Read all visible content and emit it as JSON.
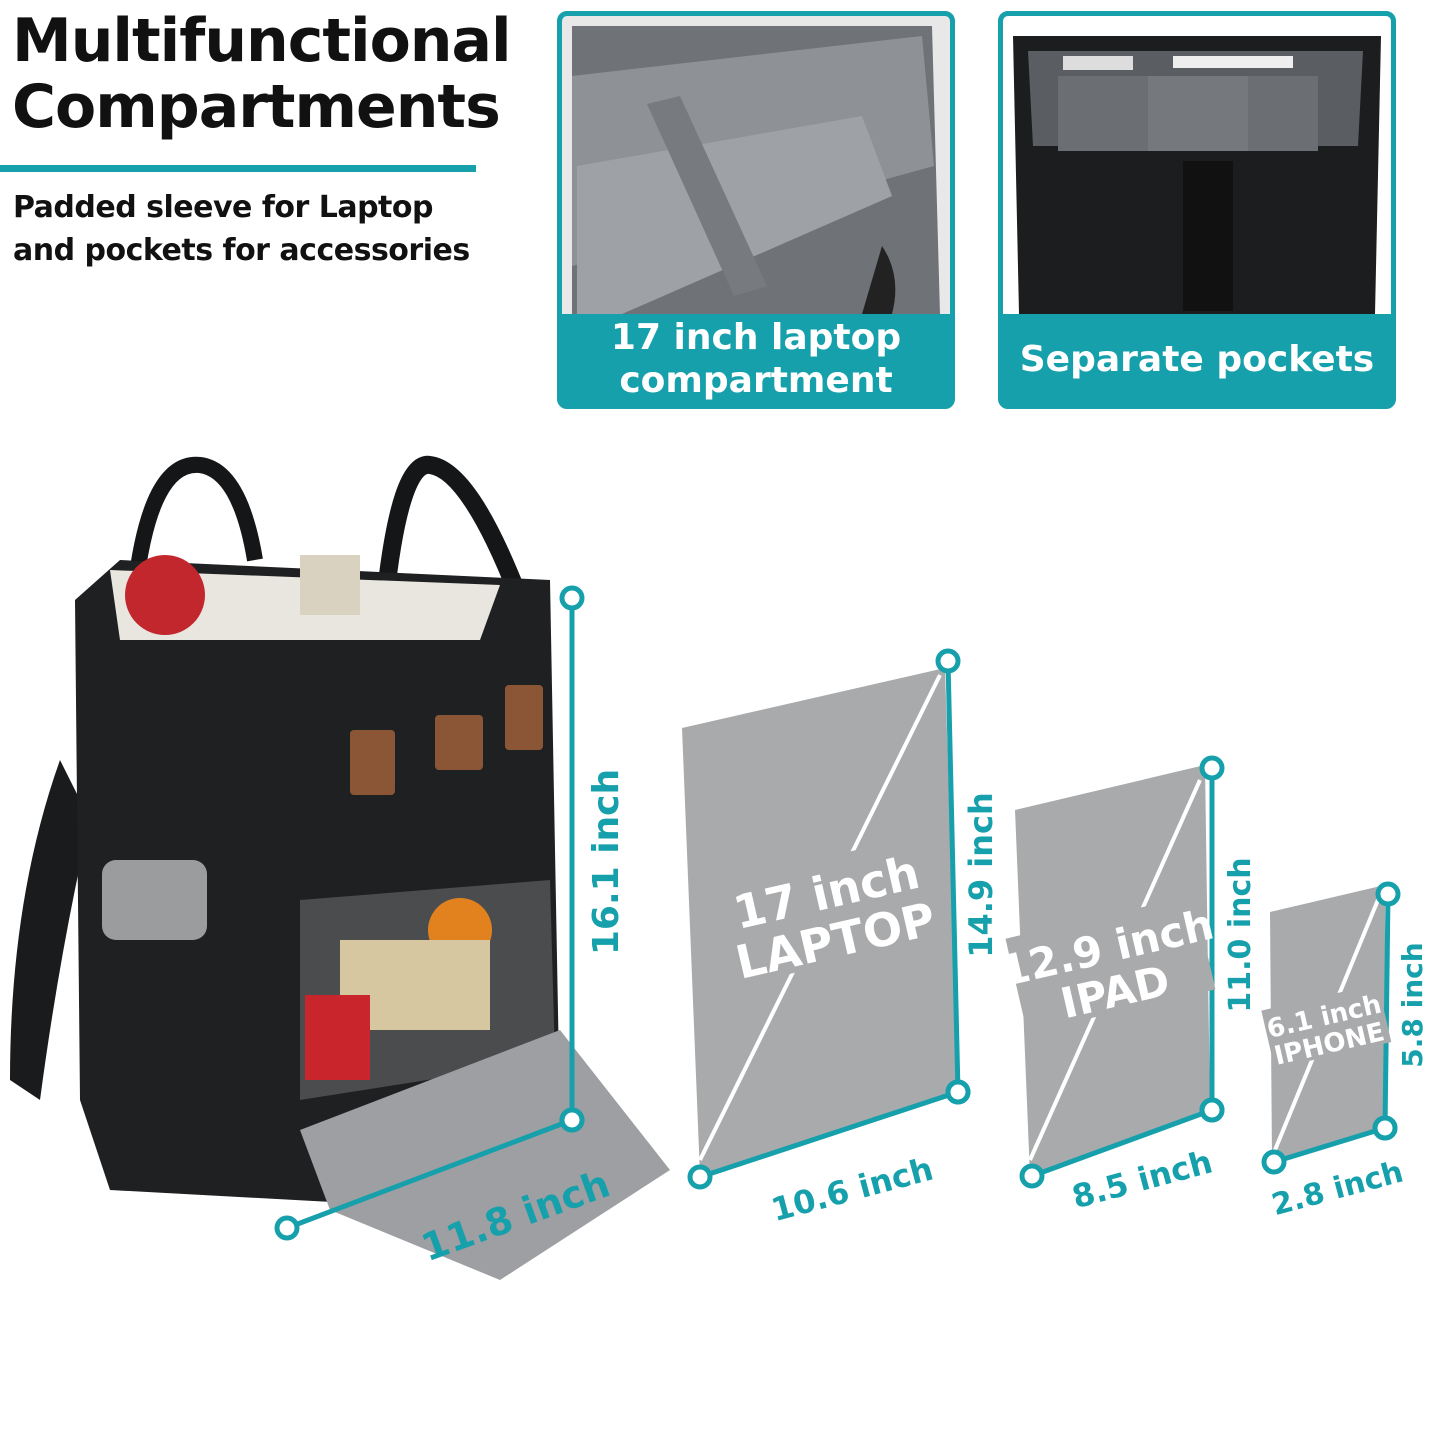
{
  "heading": {
    "line1": "Multifunctional",
    "line2": "Compartments"
  },
  "subtitle": {
    "line1": "Padded sleeve for Laptop",
    "line2": "and pockets for accessories"
  },
  "panels": [
    {
      "caption_line1": "17 inch laptop",
      "caption_line2": "compartment"
    },
    {
      "caption_line1": "Separate pockets"
    }
  ],
  "backpack": {
    "height": "16.1 inch",
    "width": "11.8 inch"
  },
  "devices": [
    {
      "name_line1": "17 inch",
      "name_line2": "LAPTOP",
      "height": "14.9 inch",
      "width": "10.6 inch"
    },
    {
      "name_line1": "12.9 inch",
      "name_line2": "IPAD",
      "height": "11.0 inch",
      "width": "8.5 inch"
    },
    {
      "name_line1": "6.1 inch",
      "name_line2": "IPHONE",
      "height": "5.8 inch",
      "width": "2.8 inch"
    }
  ],
  "colors": {
    "accent": "#16a0ab",
    "device_gray": "#a9aaac",
    "bag": "#1d1e20"
  }
}
